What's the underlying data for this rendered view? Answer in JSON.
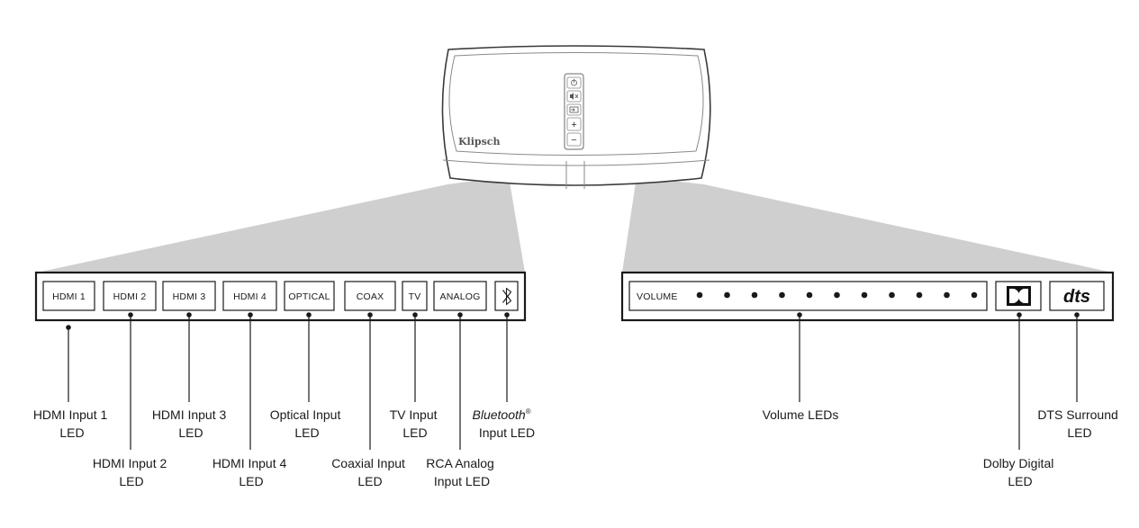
{
  "device": {
    "brand": "Klipsch",
    "buttons": [
      "power-icon",
      "mute-icon",
      "input-icon",
      "+",
      "−"
    ]
  },
  "input_panel": {
    "labels": [
      "HDMI 1",
      "HDMI 2",
      "HDMI 3",
      "HDMI 4",
      "OPTICAL",
      "COAX",
      "TV",
      "ANALOG"
    ],
    "bluetooth_icon": "bluetooth-icon"
  },
  "output_panel": {
    "volume_label": "VOLUME",
    "volume_led_count": 11,
    "dolby_icon": "dolby-logo",
    "dts_logo": "dts"
  },
  "callouts": {
    "hdmi1": [
      "HDMI Input 1",
      "LED"
    ],
    "hdmi2": [
      "HDMI Input 2",
      "LED"
    ],
    "hdmi3": [
      "HDMI Input 3",
      "LED"
    ],
    "hdmi4": [
      "HDMI Input 4",
      "LED"
    ],
    "optical": [
      "Optical Input",
      "LED"
    ],
    "coax": [
      "Coaxial Input",
      "LED"
    ],
    "tv": [
      "TV Input",
      "LED"
    ],
    "analog": [
      "RCA Analog",
      "Input LED"
    ],
    "bluetooth": [
      "Bluetooth",
      "®",
      "Input LED"
    ],
    "volume": [
      "Volume LEDs"
    ],
    "dolby": [
      "Dolby Digital",
      "LED"
    ],
    "dts": [
      "DTS Surround",
      "LED"
    ]
  }
}
